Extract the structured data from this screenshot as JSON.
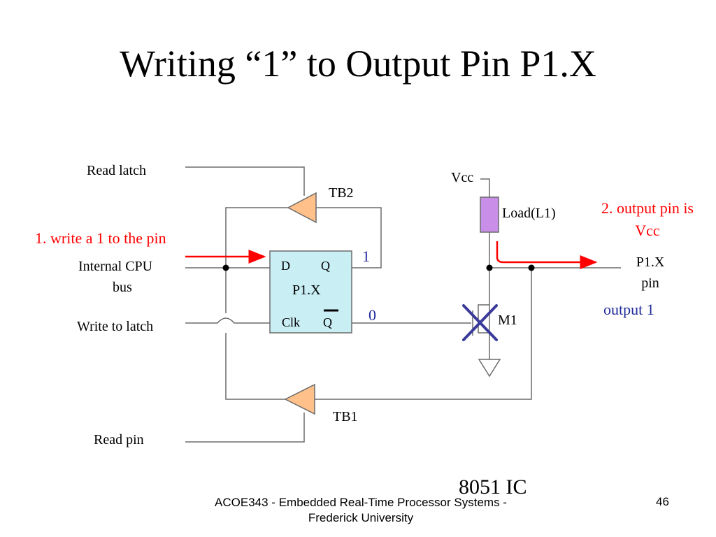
{
  "title": "Writing “1” to Output Pin P1.X",
  "labels": {
    "read_latch": "Read latch",
    "internal_cpu_bus_line1": "Internal CPU",
    "internal_cpu_bus_line2": "bus",
    "write_to_latch": "Write to latch",
    "read_pin": "Read pin",
    "tb2": "TB2",
    "tb1": "TB1",
    "latch_d": "D",
    "latch_q": "Q",
    "latch_name": "P1.X",
    "latch_clk": "Clk",
    "latch_qbar": "Q",
    "q_value": "1",
    "qbar_value": "0",
    "vcc": "Vcc",
    "load": "Load(L1)",
    "mosfet": "M1",
    "pin_line1": "P1.X",
    "pin_line2": "pin",
    "output_state": "output 1"
  },
  "annotations": {
    "step1": "1. write a 1 to the pin",
    "step2_line1": "2. output pin is",
    "step2_line2": "Vcc"
  },
  "footer": {
    "ic": "8051 IC",
    "course_line1": "ACOE343 - Embedded Real-Time Processor Systems -",
    "course_line2": "Frederick University",
    "page": "46"
  },
  "colors": {
    "annotation_red": "#ff0000",
    "value_blue": "#1f2a9a",
    "latch_fill": "#c9eef4",
    "buffer_fill": "#ffc08a",
    "load_fill": "#c98ee8",
    "cross_color": "#3a3a9a",
    "wire": "#6b6b6b"
  }
}
